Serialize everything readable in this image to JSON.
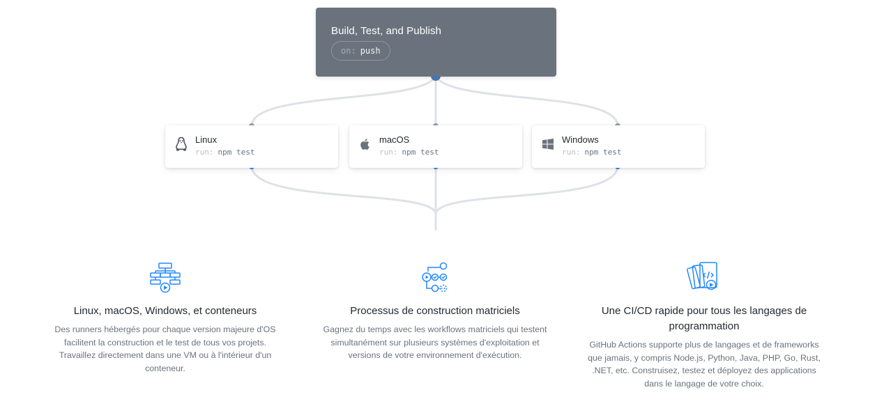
{
  "workflow": {
    "title": "Build, Test, and Publish",
    "trigger_key": "on:",
    "trigger_value": "push"
  },
  "jobs": [
    {
      "os": "Linux",
      "run_key": "run:",
      "run_value": "npm test",
      "icon": "linux-penguin-icon"
    },
    {
      "os": "macOS",
      "run_key": "run:",
      "run_value": "npm test",
      "icon": "apple-icon"
    },
    {
      "os": "Windows",
      "run_key": "run:",
      "run_value": "npm test",
      "icon": "windows-icon"
    }
  ],
  "features": [
    {
      "icon": "flowchart-play-icon",
      "title": "Linux, macOS, Windows, et conteneurs",
      "description": "Des runners hébergés pour chaque version majeure d'OS facilitent la construction et le test de tous vos projets. Travaillez directement dans une VM ou à l'intérieur d'un conteneur."
    },
    {
      "icon": "matrix-workflow-icon",
      "title": "Processus de construction matriciels",
      "description": "Gagnez du temps avec les workflows matriciels qui testent simultanément sur plusieurs systèmes d'exploitation et versions de votre environnement d'exécution."
    },
    {
      "icon": "code-cards-icon",
      "title": "Une CI/CD rapide pour tous les langages de programmation",
      "description": "GitHub Actions supporte plus de langages et de frameworks que jamais, y compris Node.js, Python, Java, PHP, Go, Rust, .NET, etc. Construisez, testez et déployez des applications dans le langage de votre choix."
    }
  ],
  "colors": {
    "workflow_bg": "#6a737d",
    "connector": "#dde2e8",
    "accent_blue": "#2188ff",
    "dot_gray": "#959da5",
    "icon_blue": "#2188ff"
  }
}
